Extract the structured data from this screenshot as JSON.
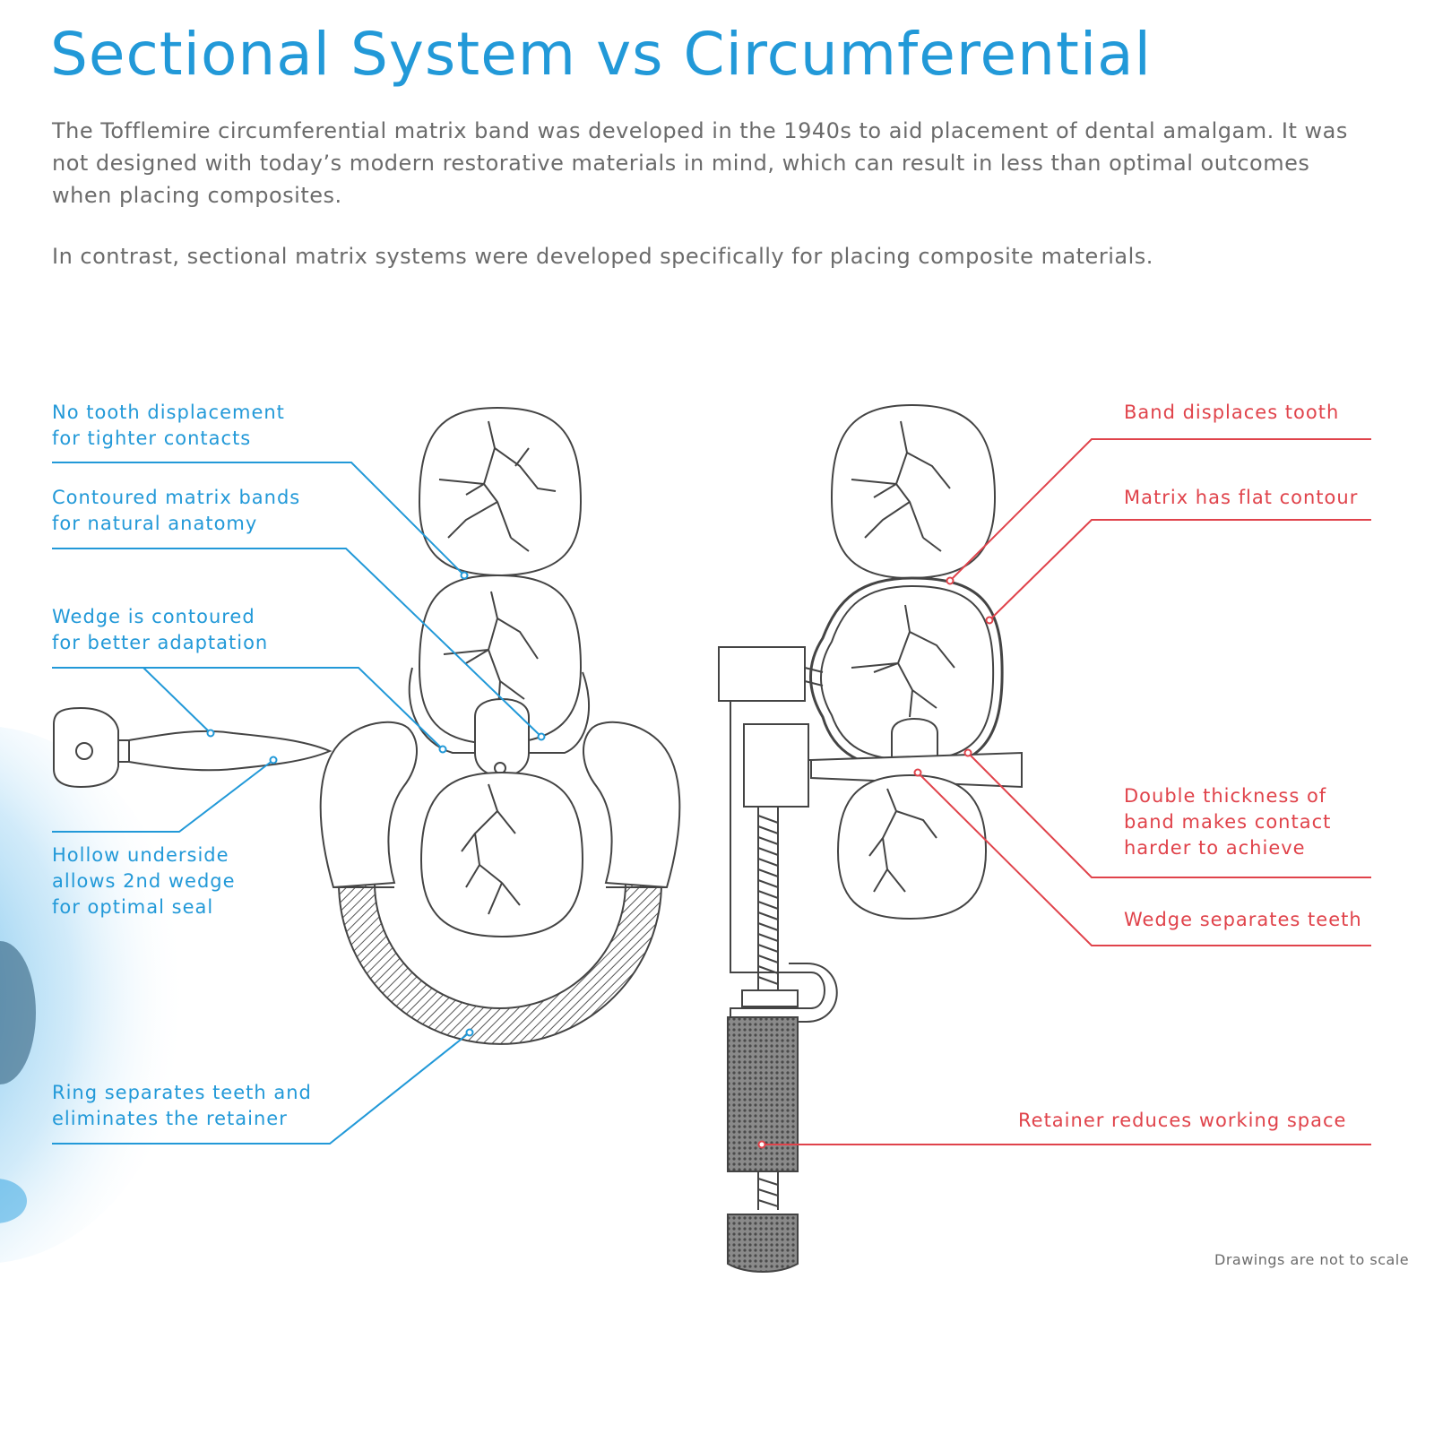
{
  "title": "Sectional System vs Circumferential",
  "intro_paragraph": "The Tofflemire circumferential matrix band was developed in the 1940s to aid placement of dental amalgam.  It was not designed with today’s modern restorative materials in mind, which can result in less than optimal outcomes when placing composites.",
  "contrast_paragraph": "In contrast, sectional matrix systems were developed specifically for placing composite materials.",
  "sectional_labels": [
    "No tooth displacement\nfor tighter contacts",
    "Contoured matrix bands\nfor natural anatomy",
    "Wedge is contoured\nfor better adaptation",
    "Hollow underside\nallows 2nd wedge\nfor optimal seal",
    "Ring separates teeth and\neliminates the retainer"
  ],
  "circumferential_labels": [
    "Band displaces tooth",
    "Matrix has flat contour",
    "Double thickness of\nband makes contact\nharder to achieve",
    "Wedge separates teeth",
    "Retainer reduces working space"
  ],
  "footnote": "Drawings are not to scale",
  "colors": {
    "title_blue": "#2299d8",
    "label_red": "#e0434b",
    "body_gray": "#6b6b6b",
    "drawing_gray": "#444444"
  }
}
